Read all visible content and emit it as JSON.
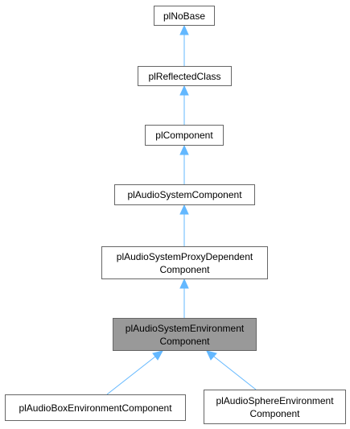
{
  "diagram": {
    "nodes": [
      {
        "id": "plNoBase",
        "lines": [
          "plNoBase"
        ]
      },
      {
        "id": "plReflectedClass",
        "lines": [
          "plReflectedClass"
        ]
      },
      {
        "id": "plComponent",
        "lines": [
          "plComponent"
        ]
      },
      {
        "id": "plAudioSystemComponent",
        "lines": [
          "plAudioSystemComponent"
        ]
      },
      {
        "id": "plAudioSystemProxyDependentComponent",
        "lines": [
          "plAudioSystemProxyDependent",
          "Component"
        ]
      },
      {
        "id": "plAudioSystemEnvironmentComponent",
        "lines": [
          "plAudioSystemEnvironment",
          "Component"
        ],
        "current": true
      },
      {
        "id": "plAudioBoxEnvironmentComponent",
        "lines": [
          "plAudioBoxEnvironmentComponent"
        ]
      },
      {
        "id": "plAudioSphereEnvironmentComponent",
        "lines": [
          "plAudioSphereEnvironment",
          "Component"
        ]
      }
    ],
    "edges": [
      {
        "from": "plReflectedClass",
        "to": "plNoBase"
      },
      {
        "from": "plComponent",
        "to": "plReflectedClass"
      },
      {
        "from": "plAudioSystemComponent",
        "to": "plComponent"
      },
      {
        "from": "plAudioSystemProxyDependentComponent",
        "to": "plAudioSystemComponent"
      },
      {
        "from": "plAudioSystemEnvironmentComponent",
        "to": "plAudioSystemProxyDependentComponent"
      },
      {
        "from": "plAudioBoxEnvironmentComponent",
        "to": "plAudioSystemEnvironmentComponent"
      },
      {
        "from": "plAudioSphereEnvironmentComponent",
        "to": "plAudioSystemEnvironmentComponent"
      }
    ],
    "colors": {
      "edge": "#63b8ff",
      "node_border": "#666666",
      "current_fill": "#999999"
    }
  }
}
